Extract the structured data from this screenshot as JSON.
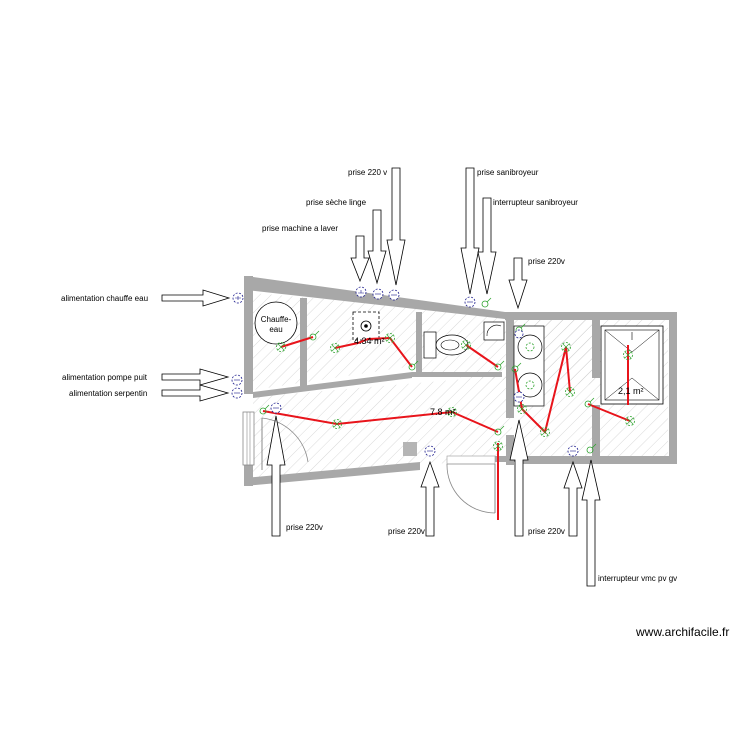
{
  "labels": {
    "prise_220v_top": "prise 220 v",
    "prise_seche_linge": "prise sèche linge",
    "prise_machine_a_laver": "prise machine a laver",
    "prise_sanibroyeur": "prise sanibroyeur",
    "interrupteur_sanibroyeur": "interrupteur sanibroyeur",
    "prise_220v_right_top": "prise 220v",
    "alimentation_chauffe_eau": "alimentation chauffe eau",
    "alimentation_pompe_puit": "alimentation pompe puit",
    "alimentation_serpentin": "alimentation serpentin",
    "prise_220v_bottom_1": "prise 220v",
    "prise_220v_bottom_2": "prise 220v",
    "prise_220v_bottom_3": "prise 220v",
    "interrupteur_vmc": "interrupteur vmc pv gv"
  },
  "rooms": {
    "area_small": "4.34 m²",
    "area_main": "7.8 m²",
    "area_shower": "2,1 m²"
  },
  "fixtures": {
    "chauffe_eau_line1": "Chauffe-",
    "chauffe_eau_line2": "eau"
  },
  "watermark": "www.archifacile.fr",
  "colors": {
    "wall": "#a8a8a8",
    "wire": "#e8141b",
    "socket": "#1a1a8c",
    "light": "#2ea32e"
  }
}
